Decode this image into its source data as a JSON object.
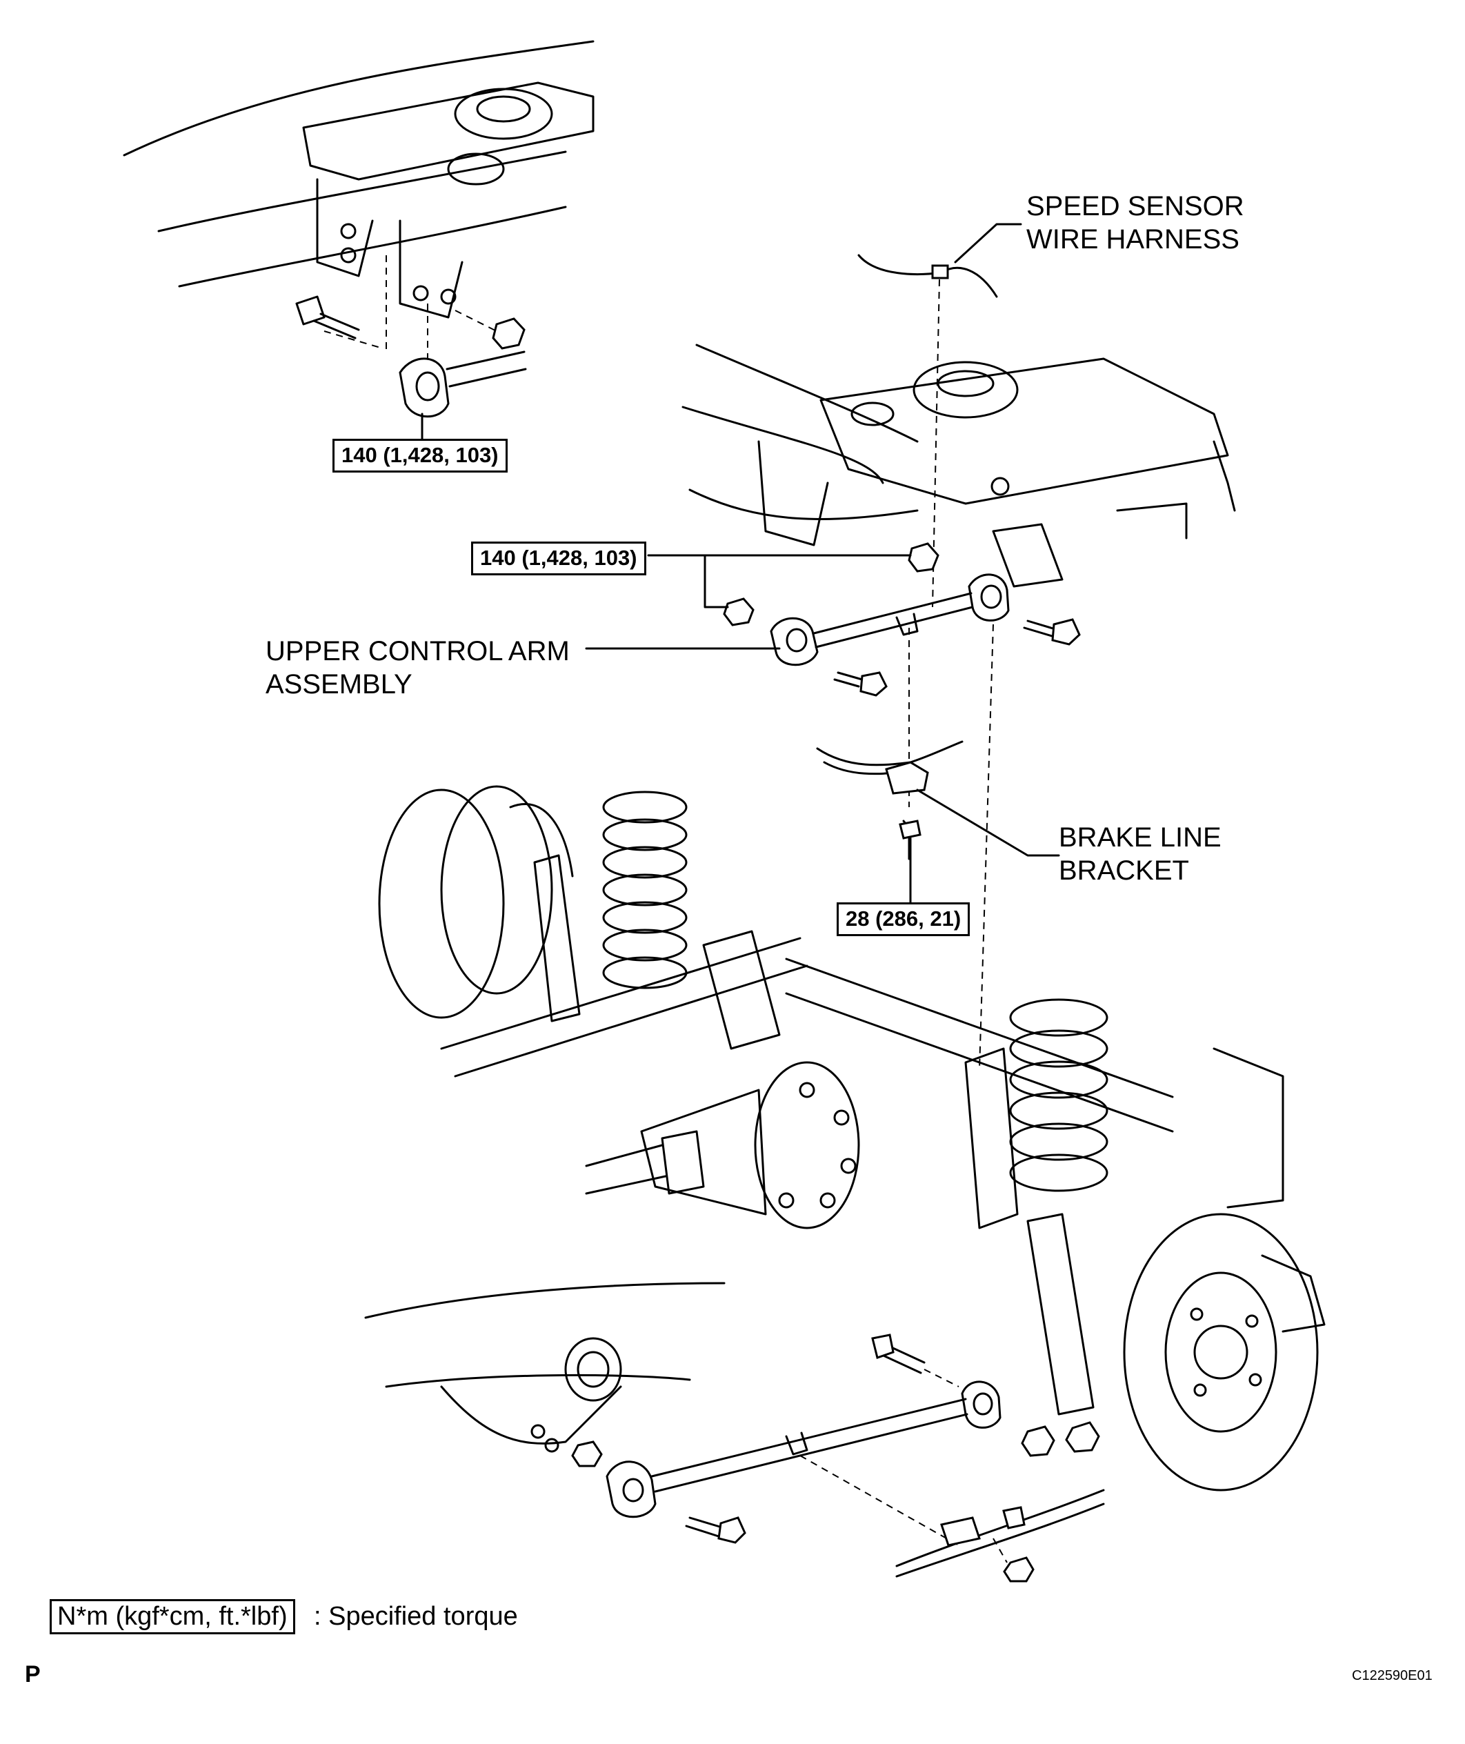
{
  "labels": {
    "speed_sensor": [
      "SPEED SENSOR",
      "WIRE HARNESS"
    ],
    "upper_control_arm": [
      "UPPER CONTROL ARM",
      "ASSEMBLY"
    ],
    "brake_line_bracket": [
      "BRAKE LINE",
      "BRACKET"
    ]
  },
  "torques": {
    "top_left": "140 (1,428, 103)",
    "middle": "140 (1,428, 103)",
    "bracket_bolt": "28 (286, 21)"
  },
  "legend": {
    "unit_box": "N*m (kgf*cm, ft.*lbf)",
    "description": ": Specified torque"
  },
  "footer": {
    "letter": "P",
    "code": "C122590E01"
  }
}
